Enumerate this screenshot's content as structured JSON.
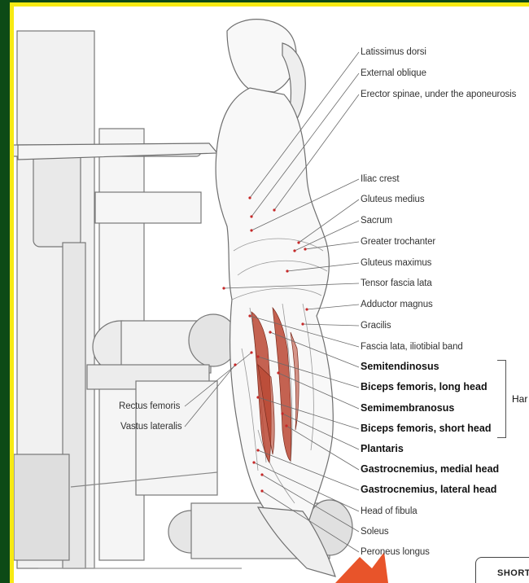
{
  "figure": {
    "labels_right": [
      {
        "text": "Latissimus dorsi",
        "bold": false
      },
      {
        "text": "External oblique",
        "bold": false
      },
      {
        "text": "Erector spinae, under the aponeurosis",
        "bold": false
      },
      {
        "text": "Iliac crest",
        "bold": false
      },
      {
        "text": "Gluteus medius",
        "bold": false
      },
      {
        "text": "Sacrum",
        "bold": false
      },
      {
        "text": "Greater trochanter",
        "bold": false
      },
      {
        "text": "Gluteus maximus",
        "bold": false
      },
      {
        "text": "Tensor fascia lata",
        "bold": false
      },
      {
        "text": "Adductor magnus",
        "bold": false
      },
      {
        "text": "Gracilis",
        "bold": false
      },
      {
        "text": "Fascia lata, iliotibial band",
        "bold": false
      },
      {
        "text": "Semitendinosus",
        "bold": true
      },
      {
        "text": "Biceps femoris, long head",
        "bold": true
      },
      {
        "text": "Semimembranosus",
        "bold": true
      },
      {
        "text": "Biceps femoris, short head",
        "bold": true
      },
      {
        "text": "Plantaris",
        "bold": true
      },
      {
        "text": "Gastrocnemius, medial head",
        "bold": true
      },
      {
        "text": "Gastrocnemius, lateral head",
        "bold": true
      },
      {
        "text": "Head of fibula",
        "bold": false
      },
      {
        "text": "Soleus",
        "bold": false
      },
      {
        "text": "Peroneus longus",
        "bold": false
      }
    ],
    "labels_left": [
      {
        "text": "Rectus femoris"
      },
      {
        "text": "Vastus lateralis"
      }
    ],
    "group_label": "Har",
    "corner_label": "SHORT",
    "colors": {
      "outer_border": "#0d4a16",
      "inner_border": "#f7ea13",
      "muscle_highlight": "#b8412c",
      "arrow": "#e8542a"
    }
  }
}
